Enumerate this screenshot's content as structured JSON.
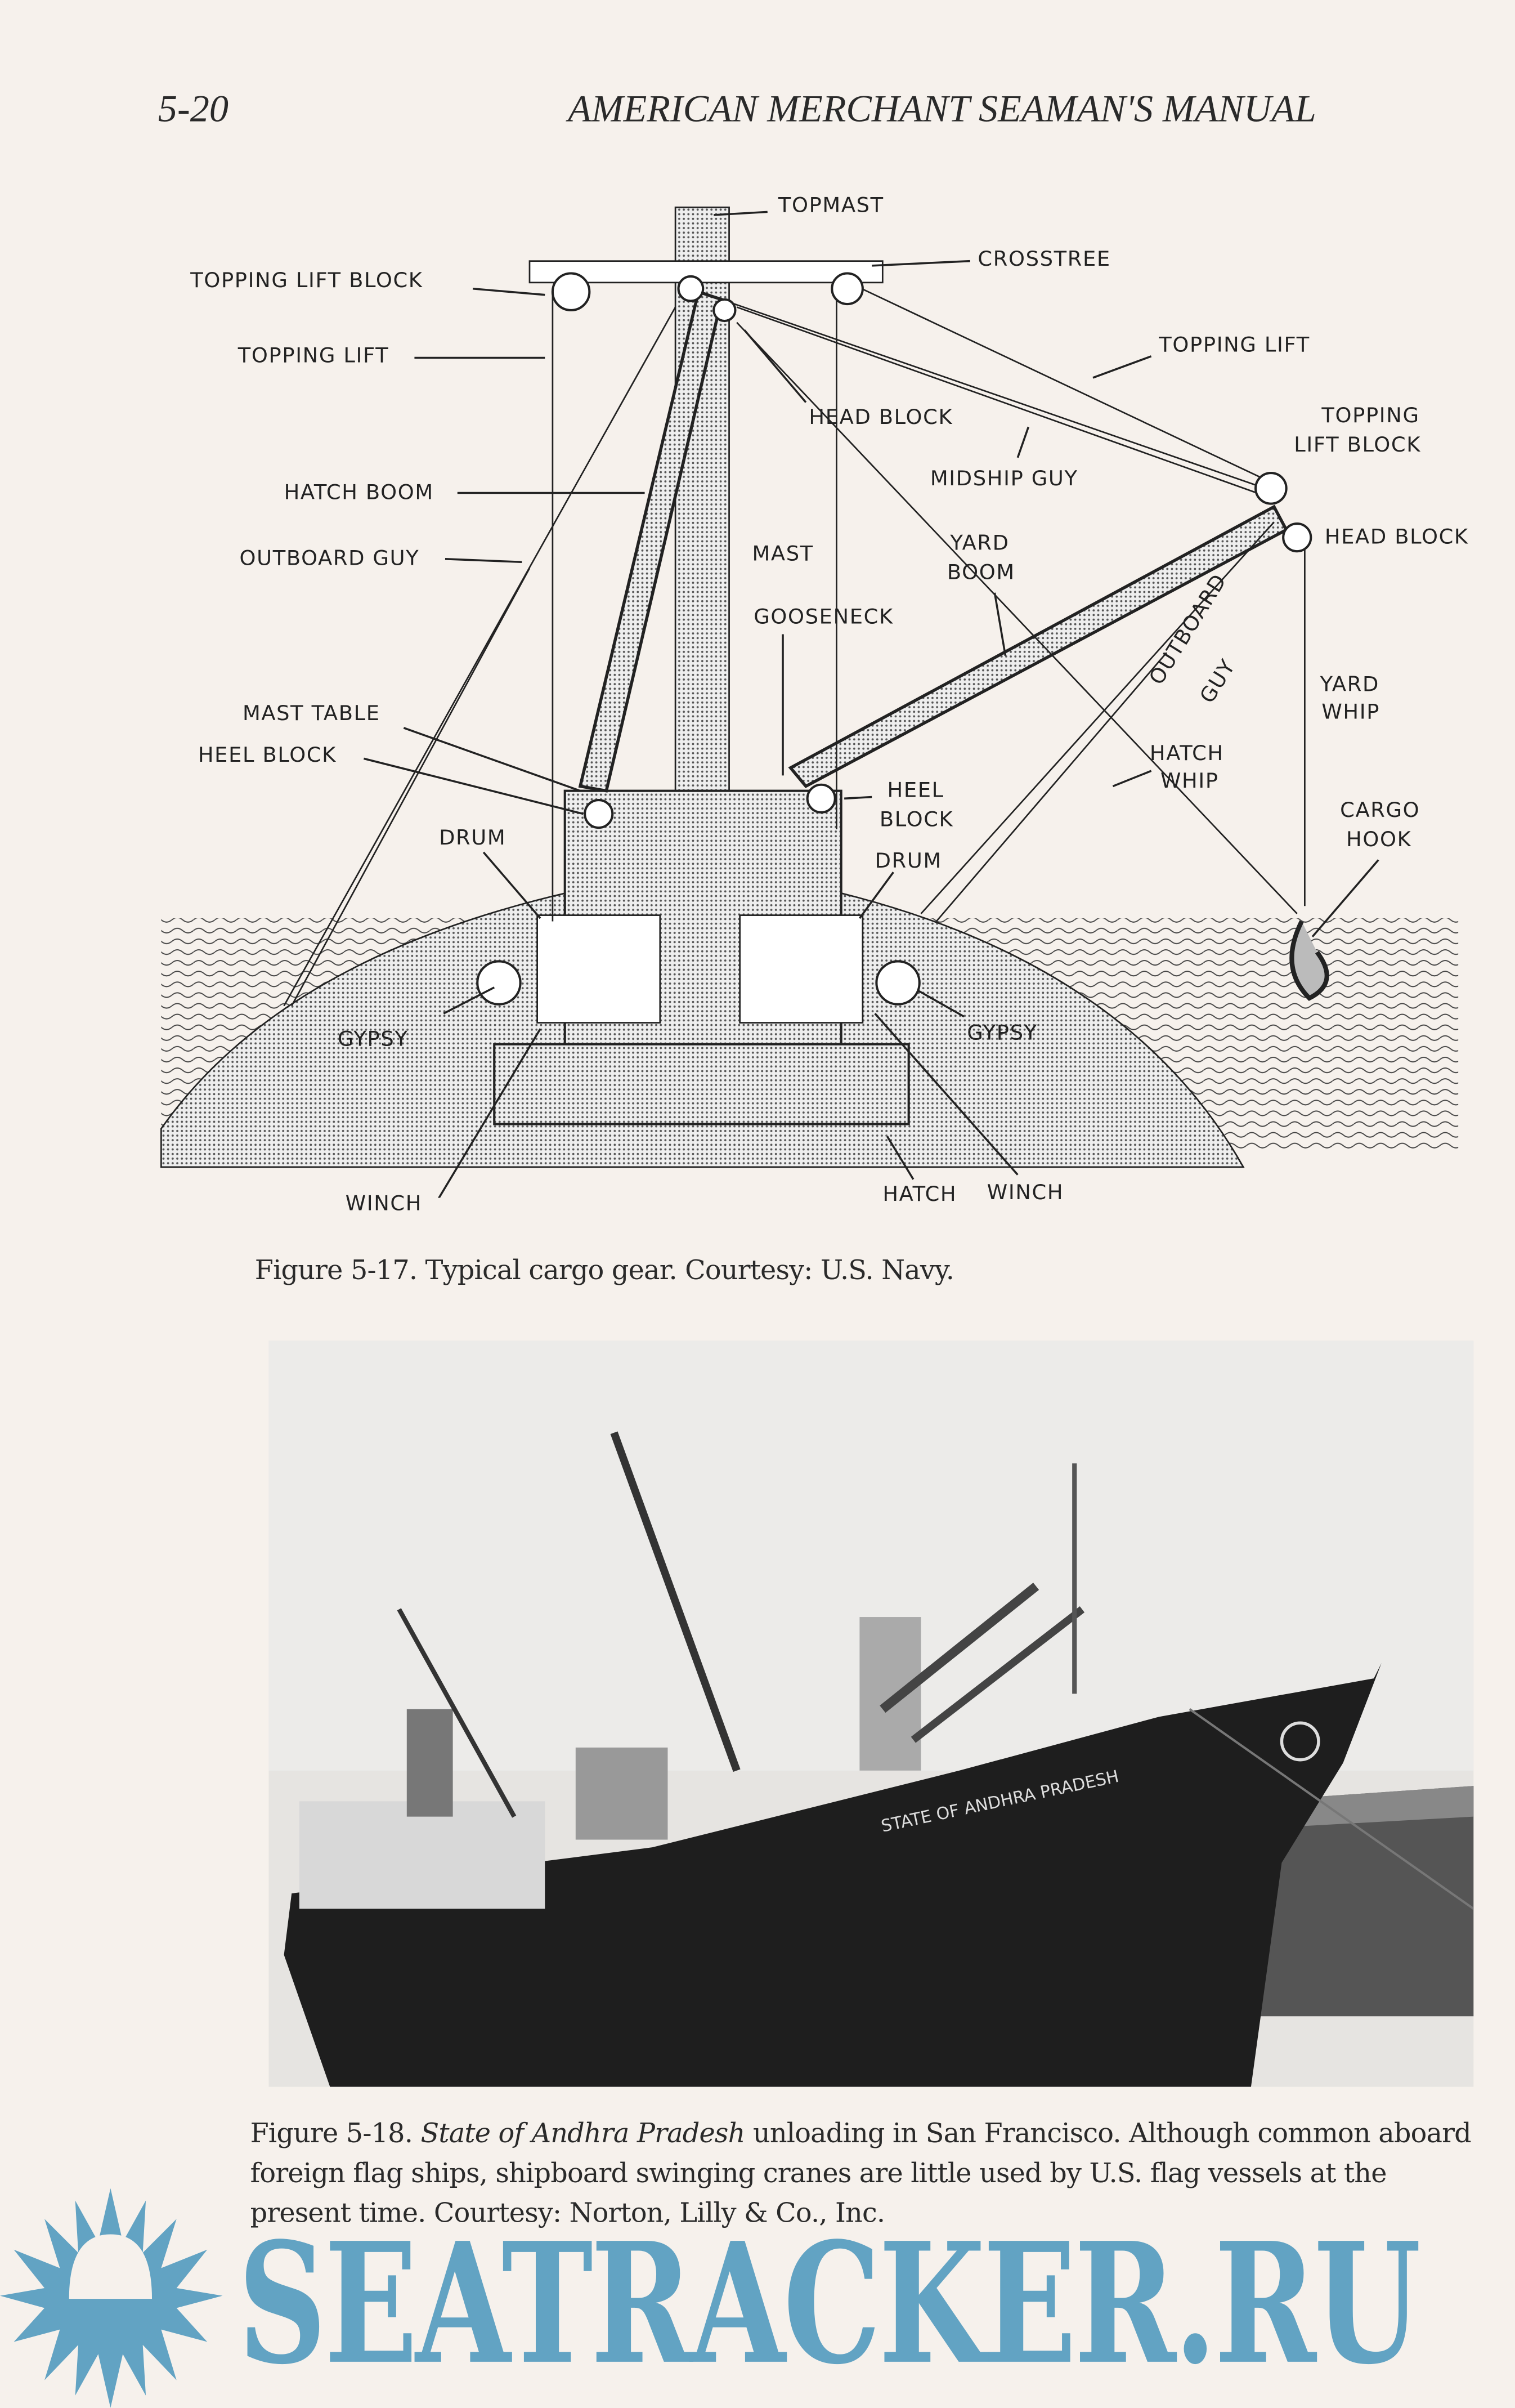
{
  "header": {
    "page_number": "5-20",
    "book_title": "AMERICAN MERCHANT SEAMAN'S MANUAL"
  },
  "figure_17": {
    "labels": {
      "topmast": "TOPMAST",
      "crosstree": "CROSSTREE",
      "topping_lift_block_left": "TOPPING LIFT BLOCK",
      "topping_lift_left": "TOPPING LIFT",
      "topping_lift_right": "TOPPING LIFT",
      "head_block_left": "HEAD BLOCK",
      "topping_lift_block_right_1": "TOPPING",
      "topping_lift_block_right_2": "LIFT BLOCK",
      "midship_guy": "MIDSHIP GUY",
      "hatch_boom": "HATCH BOOM",
      "head_block_right": "HEAD BLOCK",
      "outboard_guy_left": "OUTBOARD GUY",
      "mast": "MAST",
      "yard_boom_1": "YARD",
      "yard_boom_2": "BOOM",
      "gooseneck": "GOOSENECK",
      "outboard_guy_right_1": "OUTBOARD",
      "outboard_guy_right_2": "GUY",
      "yard_whip_1": "YARD",
      "yard_whip_2": "WHIP",
      "mast_table": "MAST TABLE",
      "heel_block_left": "HEEL BLOCK",
      "hatch_whip_1": "HATCH",
      "hatch_whip_2": "WHIP",
      "heel_block_right_1": "HEEL",
      "heel_block_right_2": "BLOCK",
      "cargo_hook_1": "CARGO",
      "cargo_hook_2": "HOOK",
      "drum_left": "DRUM",
      "drum_right": "DRUM",
      "gypsy_left": "GYPSY",
      "gypsy_right": "GYPSY",
      "winch_left": "WINCH",
      "hatch": "HATCH",
      "winch_right": "WINCH"
    },
    "caption": "Figure 5-17. Typical cargo gear. Courtesy: U.S. Navy."
  },
  "figure_18": {
    "caption_prefix": "Figure 5-18. ",
    "caption_italic": "State of Andhra Pradesh",
    "caption_rest": " unloading in San Francisco. Although common aboard foreign flag ships, shipboard swinging cranes are little used by U.S. flag vessels at the present time. Courtesy: Norton, Lilly & Co., Inc.",
    "ship_name": "STATE OF ANDHRA PRADESH"
  },
  "watermark": {
    "text": "SEATRACKER.RU",
    "color": "#62a3c3"
  }
}
